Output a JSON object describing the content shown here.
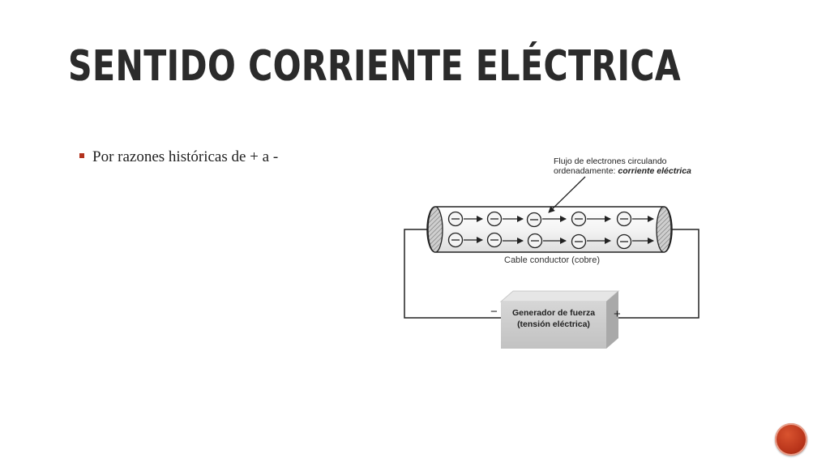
{
  "slide": {
    "title": "SENTIDO CORRIENTE ELÉCTRICA",
    "bullet": "Por razones históricas de + a -",
    "number": ""
  },
  "diagram": {
    "flow_label_line1": "Flujo de electrones circulando",
    "flow_label_line2_prefix": "ordenadamente: ",
    "flow_label_line2_emphasis": "corriente eléctrica",
    "cable_label": "Cable conductor (cobre)",
    "generator_line1": "Generador de fuerza",
    "generator_line2": "(tensión eléctrica)",
    "negative_terminal": "−",
    "positive_terminal": "+",
    "electron_symbol": "−"
  },
  "colors": {
    "accent": "#b3321d",
    "title": "#2b2b2b",
    "diagram_line": "#222222"
  }
}
